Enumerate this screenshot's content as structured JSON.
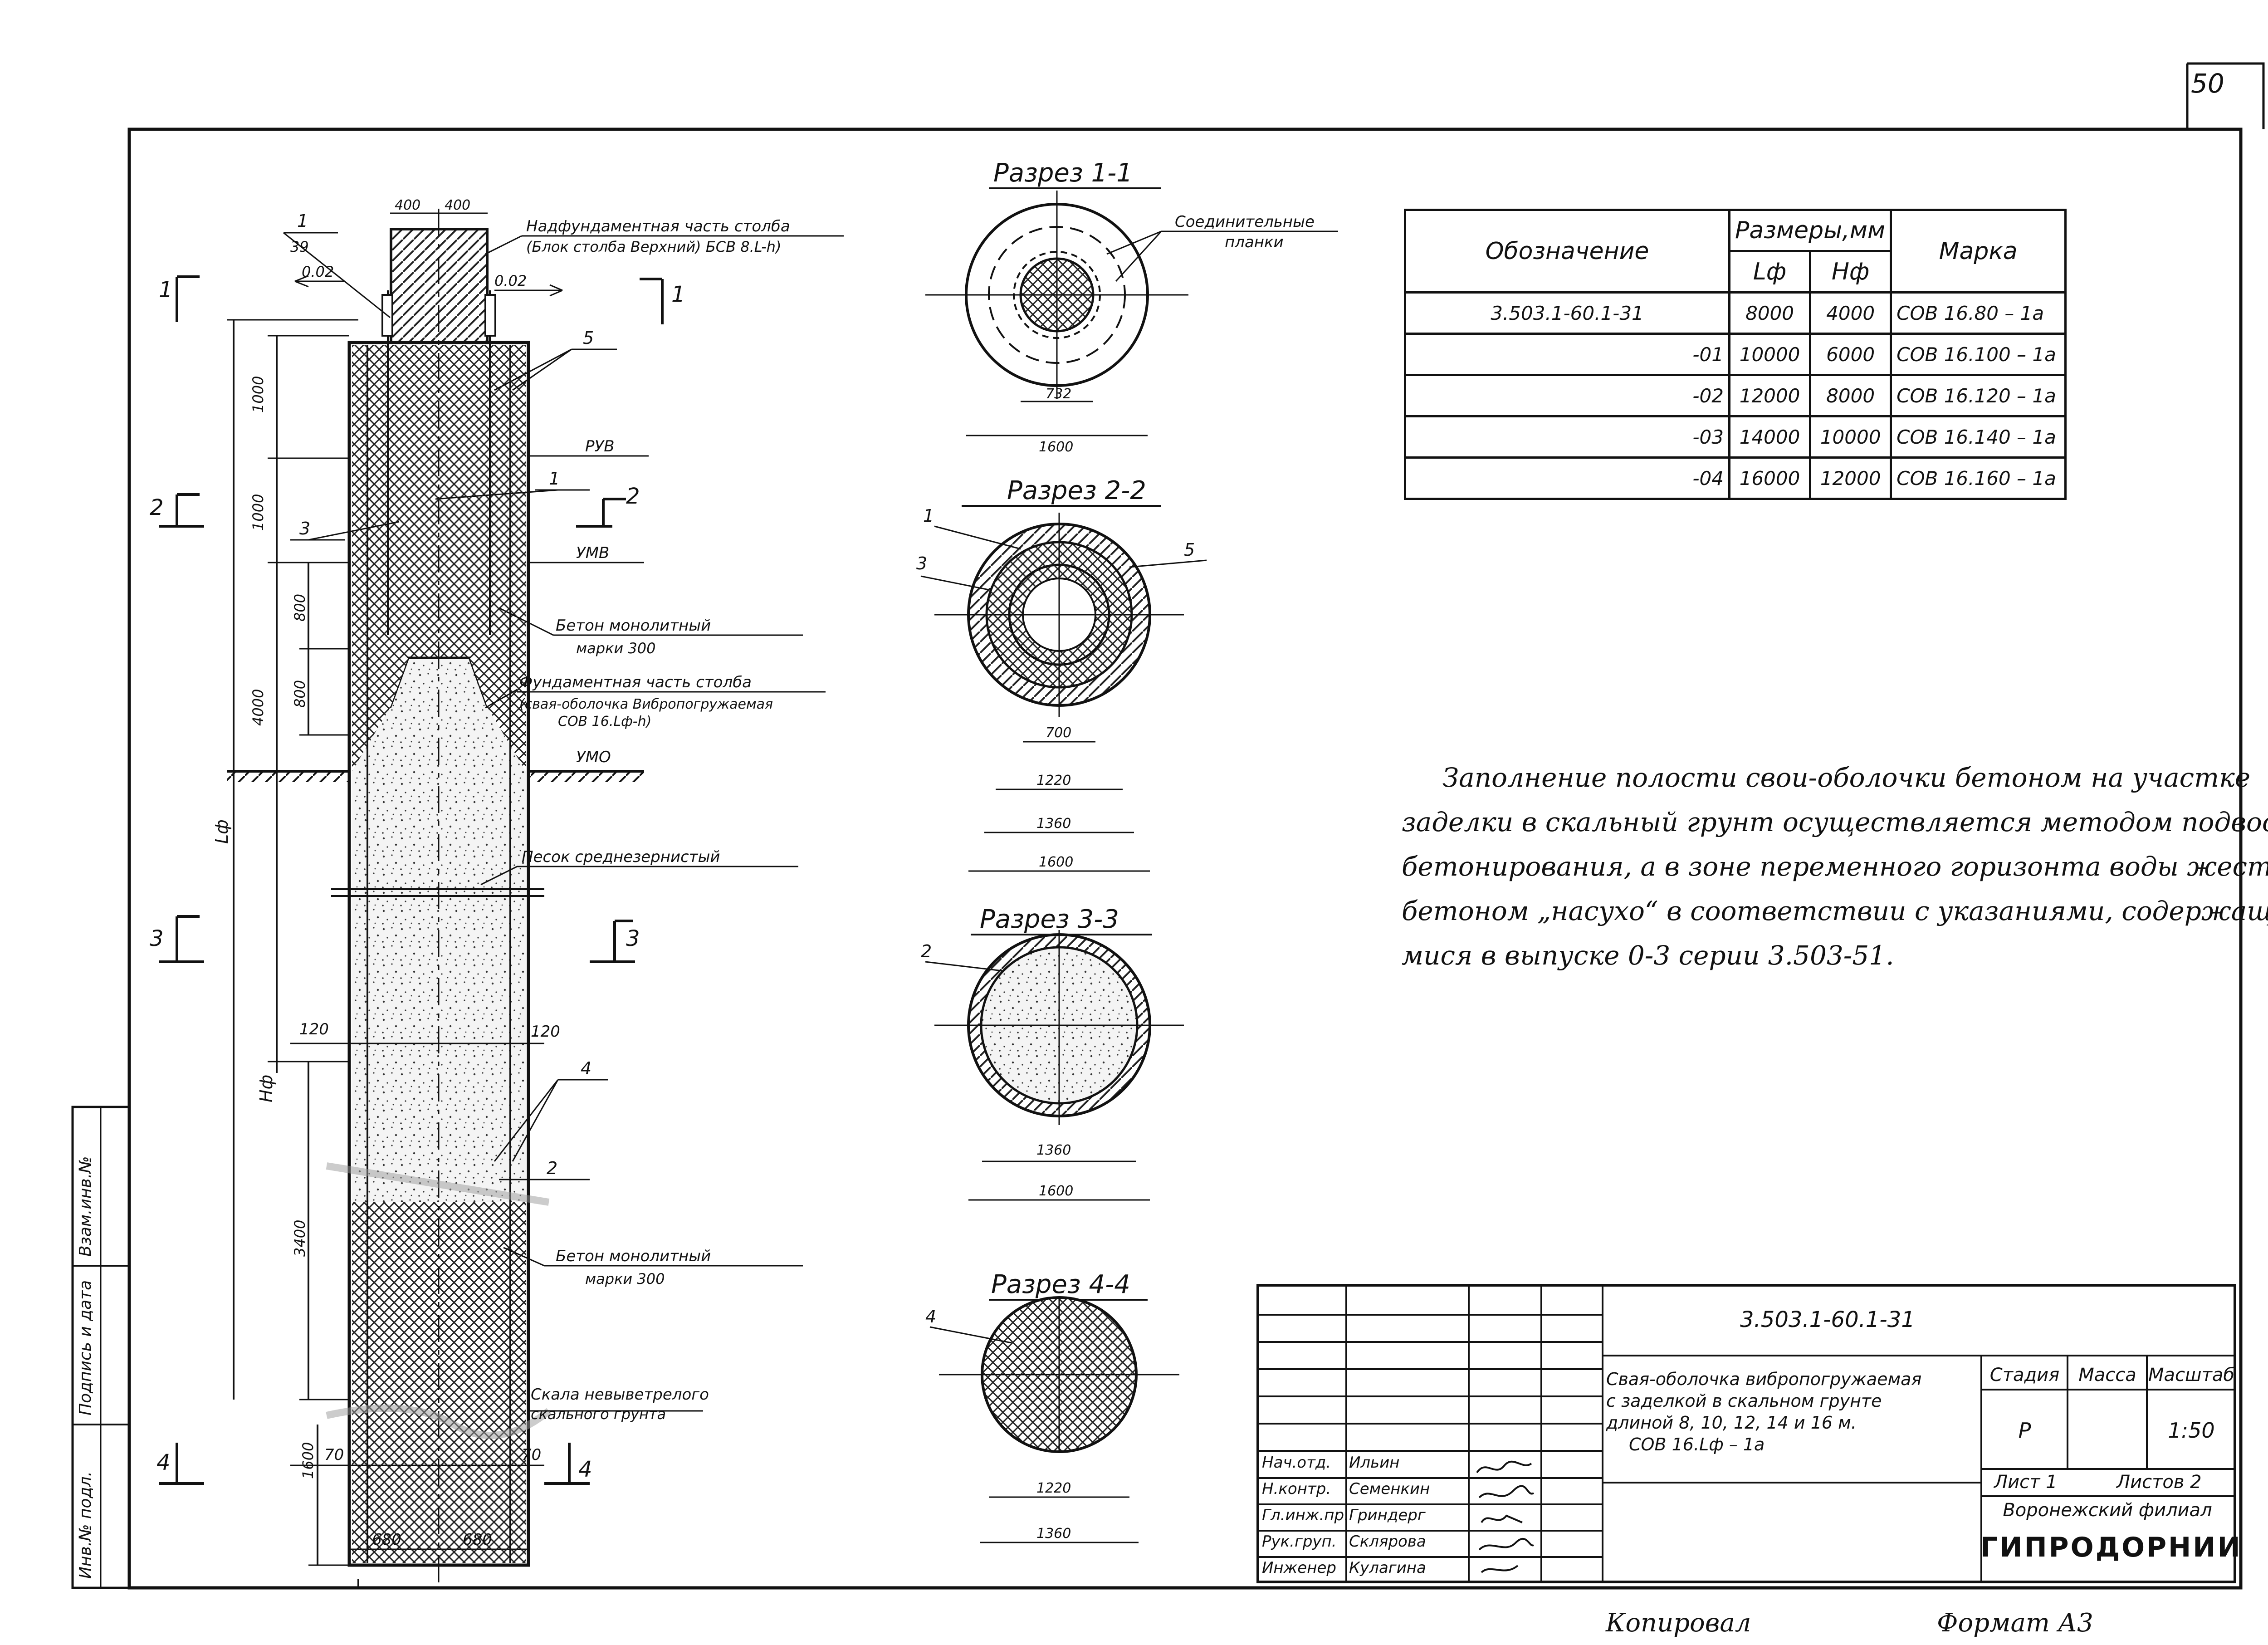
{
  "page_number": "50",
  "pile_view": {
    "top_dims": [
      "400",
      "400"
    ],
    "label_1_num": "1",
    "label_1_den": "39",
    "slope_left": "0.02",
    "slope_right": "0.02",
    "annot_top": "Надфундаментная часть столба",
    "annot_top2": "(Блок столба Верхний) БСВ 8.L-h)",
    "callout_5": "5",
    "callout_3": "3",
    "callout_1b": "1",
    "callout_4": "4",
    "callout_2": "2",
    "level_rvv": "РУВ",
    "level_umv": "УМВ",
    "level_umo": "УМО",
    "concrete_top": "Бетон монолитный",
    "concrete_top2": "марки 300",
    "found_part": "Фундаментная часть столба",
    "found_part2": "(свая-оболочка Вибропогружаемая",
    "found_part3": "СОВ 16.Lф-h)",
    "sand": "Песок среднезернистый",
    "concrete_bot": "Бетон монолитный",
    "concrete_bot2": "марки 300",
    "rock": "Скала невыветрелого",
    "rock2": "скального грунта",
    "dim_1000a": "1000",
    "dim_1000b": "1000",
    "dim_800a": "800",
    "dim_800b": "800",
    "dim_4000": "4000",
    "dim_lf": "Lф",
    "dim_hf": "Hф",
    "dim_3400": "3400",
    "dim_1600": "1600",
    "dim_120l": "120",
    "dim_120r": "120",
    "dim_70l": "70",
    "dim_70r": "70",
    "bottom_dims": [
      "680",
      "680"
    ],
    "sec_marks": [
      "1",
      "1",
      "2",
      "2",
      "3",
      "3",
      "4",
      "4"
    ]
  },
  "sections": [
    {
      "title": "Разрез 1-1",
      "callout": "Соединительные",
      "callout2": "планки",
      "dims": [
        "732",
        "1600"
      ]
    },
    {
      "title": "Разрез 2-2",
      "callouts": [
        "1",
        "3",
        "5"
      ],
      "dims": [
        "700",
        "1220",
        "1360",
        "1600"
      ]
    },
    {
      "title": "Разрез 3-3",
      "callouts": [
        "2"
      ],
      "dims": [
        "1360",
        "1600"
      ]
    },
    {
      "title": "Разрез 4-4",
      "callouts": [
        "4"
      ],
      "dims": [
        "1220",
        "1360"
      ]
    }
  ],
  "spec_table": {
    "header": {
      "designation": "Обозначение",
      "sizes": "Размеры,мм",
      "lf": "Lф",
      "hf": "Hф",
      "mark": "Марка"
    },
    "rows": [
      {
        "designation": "3.503.1-60.1-31",
        "lf": "8000",
        "hf": "4000",
        "mark": "СОВ 16.80 – 1а"
      },
      {
        "designation": "-01",
        "lf": "10000",
        "hf": "6000",
        "mark": "СОВ 16.100 – 1а"
      },
      {
        "designation": "-02",
        "lf": "12000",
        "hf": "8000",
        "mark": "СОВ 16.120 – 1а"
      },
      {
        "designation": "-03",
        "lf": "14000",
        "hf": "10000",
        "mark": "СОВ 16.140 – 1а"
      },
      {
        "designation": "-04",
        "lf": "16000",
        "hf": "12000",
        "mark": "СОВ 16.160 – 1а"
      }
    ]
  },
  "note": {
    "line1": "Заполнение полости свои-оболочки бетоном на участке",
    "line2": "заделки в скальный грунт осуществляется методом подводного",
    "line3": "бетонирования, а в зоне переменного горизонта воды жестким",
    "line4": "бетоном „насухо“ в соответствии с указаниями, содержащи-",
    "line5": "мися в выпуске 0-3 серии 3.503-51."
  },
  "stamp": {
    "code": "3.503.1-60.1-31",
    "desc1": "Свая-оболочка вибропогружаемая",
    "desc2": "с заделкой в скальном грунте",
    "desc3": "длиной 8, 10, 12, 14 и 16 м.",
    "desc4": "СОВ 16.Lф – 1а",
    "col_stage": "Стадия",
    "col_mass": "Масса",
    "col_scale": "Масштаб",
    "stage": "Р",
    "scale": "1:50",
    "sheet": "Лист 1",
    "sheets": "Листов 2",
    "org1": "Воронежский филиал",
    "org2": "ГИПРОДОРНИИ",
    "people": [
      {
        "role": "Нач.отд.",
        "name": "Ильин"
      },
      {
        "role": "Н.контр.",
        "name": "Семенкин"
      },
      {
        "role": "Гл.инж.пр.",
        "name": "Гриндерг"
      },
      {
        "role": "Рук.груп.",
        "name": "Склярова"
      },
      {
        "role": "Инженер",
        "name": "Кулагина"
      }
    ]
  },
  "side_stamp": [
    "Инв.№ подл.",
    "Подпись и дата",
    "Взам.инв.№"
  ],
  "footer": {
    "copied": "Копировал",
    "format": "Формат А3"
  }
}
